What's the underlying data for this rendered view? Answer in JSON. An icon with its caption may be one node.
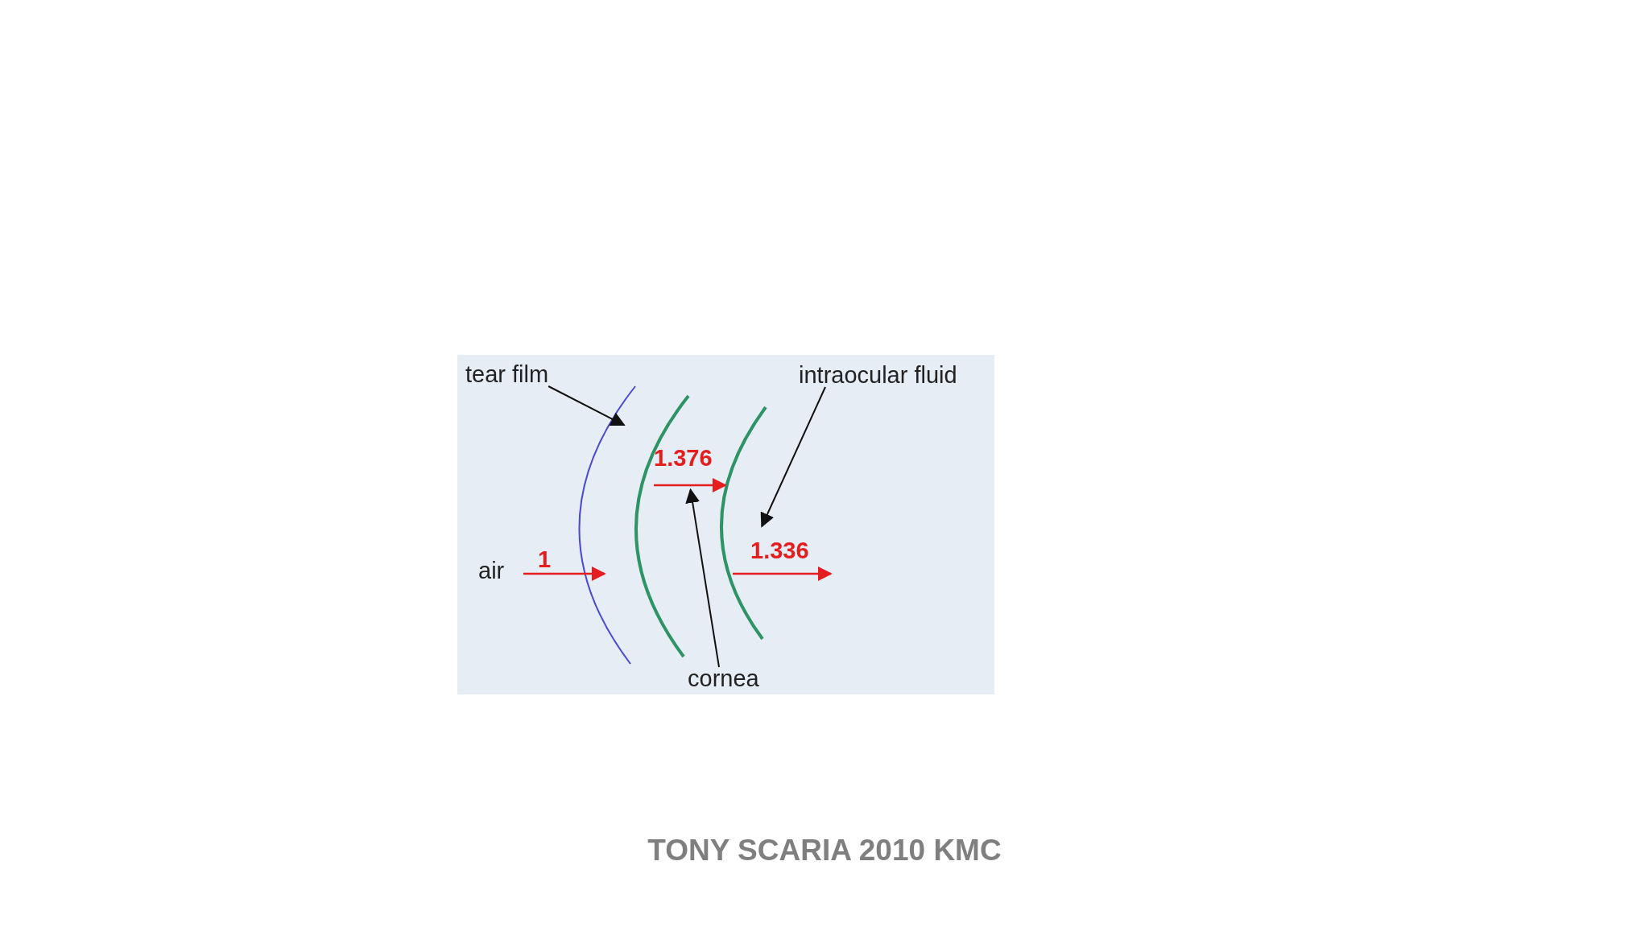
{
  "diagram": {
    "caption": "TONY SCARIA 2010 KMC",
    "nodes": [
      {
        "text": [
          "tear film"
        ]
      },
      {
        "text": [
          "intraocular fluid"
        ]
      },
      {
        "text": [
          "cornea"
        ]
      },
      {
        "text": [],
        "shape": "arc"
      },
      {
        "text": [],
        "shape": "arc"
      }
    ],
    "edges": [
      {
        "from": 0,
        "to": 3,
        "arrow": "to"
      },
      {
        "from": 1,
        "to": 4,
        "arrow": "to"
      },
      {
        "from": 2,
        "to": 4,
        "arrow": "to"
      }
    ],
    "labels": [
      "1.376",
      "air",
      "1",
      "1.336"
    ]
  }
}
